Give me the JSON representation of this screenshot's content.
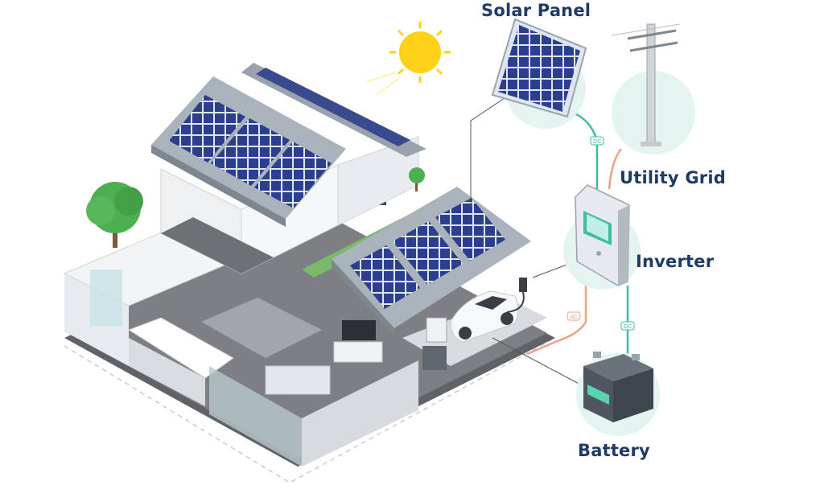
{
  "labels": {
    "solar_panel": "Solar Panel",
    "utility_grid": "Utility Grid",
    "inverter": "Inverter",
    "battery": "Battery"
  },
  "wire_tags": [
    "DC",
    "AC",
    "DC"
  ],
  "colors": {
    "label_text": "#1f3a66",
    "dc_wire": "#3dbd9f",
    "ac_wire": "#f0a088",
    "bubble": "#e3f4f1",
    "panel_cell": "#2c3f8f",
    "panel_frame": "#9aa3ad",
    "sun": "#ffd21a",
    "tree": "#4caf50",
    "floor": "#7d7f82",
    "wall": "#e8ebee"
  },
  "icons": [
    "sun-icon",
    "solar-panel-icon",
    "power-pole-icon",
    "inverter-icon",
    "battery-icon",
    "tree-icon",
    "car-icon"
  ]
}
